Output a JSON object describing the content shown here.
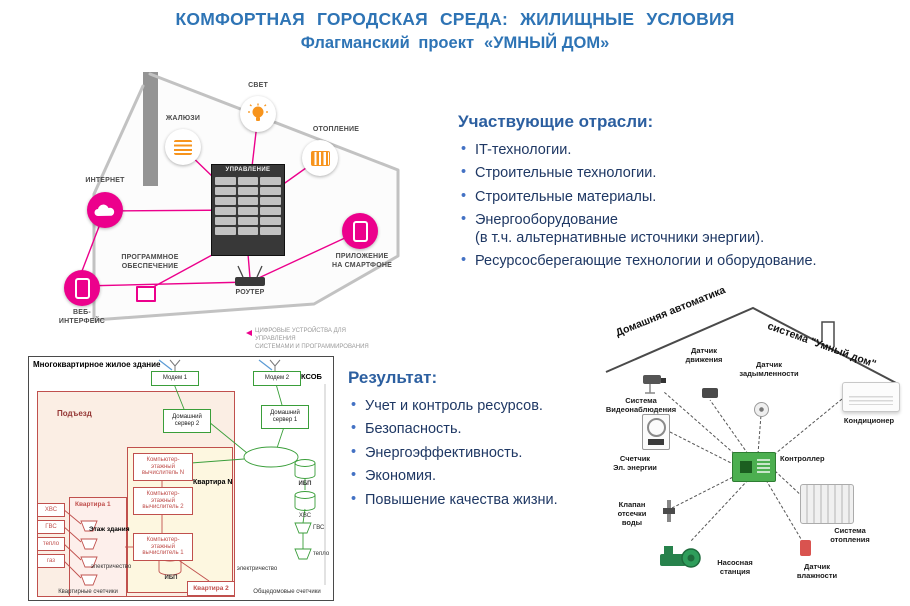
{
  "header": {
    "title": "КОМФОРТНАЯ ГОРОДСКАЯ СРЕДА: ЖИЛИЩНЫЕ УСЛОВИЯ",
    "subtitle_prefix": "Флагманский проект",
    "subtitle_project": "«УМНЫЙ ДОМ»"
  },
  "industries": {
    "heading": "Участвующие отрасли:",
    "items": [
      "IT-технологии.",
      "Строительные технологии.",
      "Строительные материалы.",
      "Энергооборудование\n(в т.ч. альтернативные источники энергии).",
      "Ресурсосберегающие технологии и оборудование."
    ]
  },
  "results": {
    "heading": "Результат:",
    "items": [
      "Учет и контроль ресурсов.",
      "Безопасность.",
      "Энергоэффективность.",
      "Экономия.",
      "Повышение качества жизни."
    ]
  },
  "smart_home": {
    "nodes": {
      "blinds": "ЖАЛЮЗИ",
      "light": "СВЕТ",
      "heating": "ОТОПЛЕНИЕ",
      "internet": "ИНТЕРНЕТ",
      "control": "УПРАВЛЕНИЕ",
      "software": "ПРОГРАММНОЕ\nОБЕСПЕЧЕНИЕ",
      "web_interface": "ВЕБ-\nИНТЕРФЕЙС",
      "router": "РОУТЕР",
      "app": "ПРИЛОЖЕНИЕ\nНА СМАРТФОНЕ"
    },
    "caption": "ЦИФРОВЫЕ УСТРОЙСТВА ДЛЯ УПРАВЛЕНИЯ\nСИСТЕМАМИ И ПРОГРАММИРОВАНИЯ"
  },
  "building": {
    "title": "Многоквартирное жилое здание",
    "modem1": "Модем 1",
    "modem2": "Модем 2",
    "ksob": "КСОБ",
    "entrance": "Подъезд",
    "server2": "Домашний\nсервер 2",
    "server1": "Домашний\nсервер 1",
    "computer_n": "Компьютер-\nэтажный\nвычислитель N",
    "computer_2": "Компьютер-\nэтажный\nвычислитель 2",
    "computer_1": "Компьютер-\nэтажный\nвычислитель 1",
    "flat_n": "Квартира N",
    "flat_1": "Квартира 1",
    "flat_2": "Квартира 2",
    "floor": "Этаж здания",
    "ibp": "ИБП",
    "hvs": "ХВС",
    "gvs": "ГВС",
    "heat": "тепло",
    "gas": "газ",
    "electricity": "электричество",
    "flat_meters": "Квартирные счетчики",
    "building_meters": "Общедомовые счетчики"
  },
  "automation": {
    "roof_left": "Домашняя автоматика",
    "roof_right": "система \"Умный дом\"",
    "motion_sensor": "Датчик\nдвижения",
    "smoke_sensor": "Датчик\nзадымленности",
    "air_conditioner": "Кондиционер",
    "cctv": "Система\nВидеонаблюдения",
    "controller": "Контроллер",
    "electric_meter": "Счетчик\nЭл. энергии",
    "water_valve": "Клапан\nотсечки\nводы",
    "heating_system": "Система\nотопления",
    "pump_station": "Насосная\nстанция",
    "humidity_sensor": "Датчик\nвлажности"
  },
  "colors": {
    "title_blue": "#2E74B5",
    "text_navy": "#1F3864",
    "pink": "#EC008C",
    "orange": "#F7941D",
    "green": "#3A9E3A",
    "red": "#C0504D"
  }
}
